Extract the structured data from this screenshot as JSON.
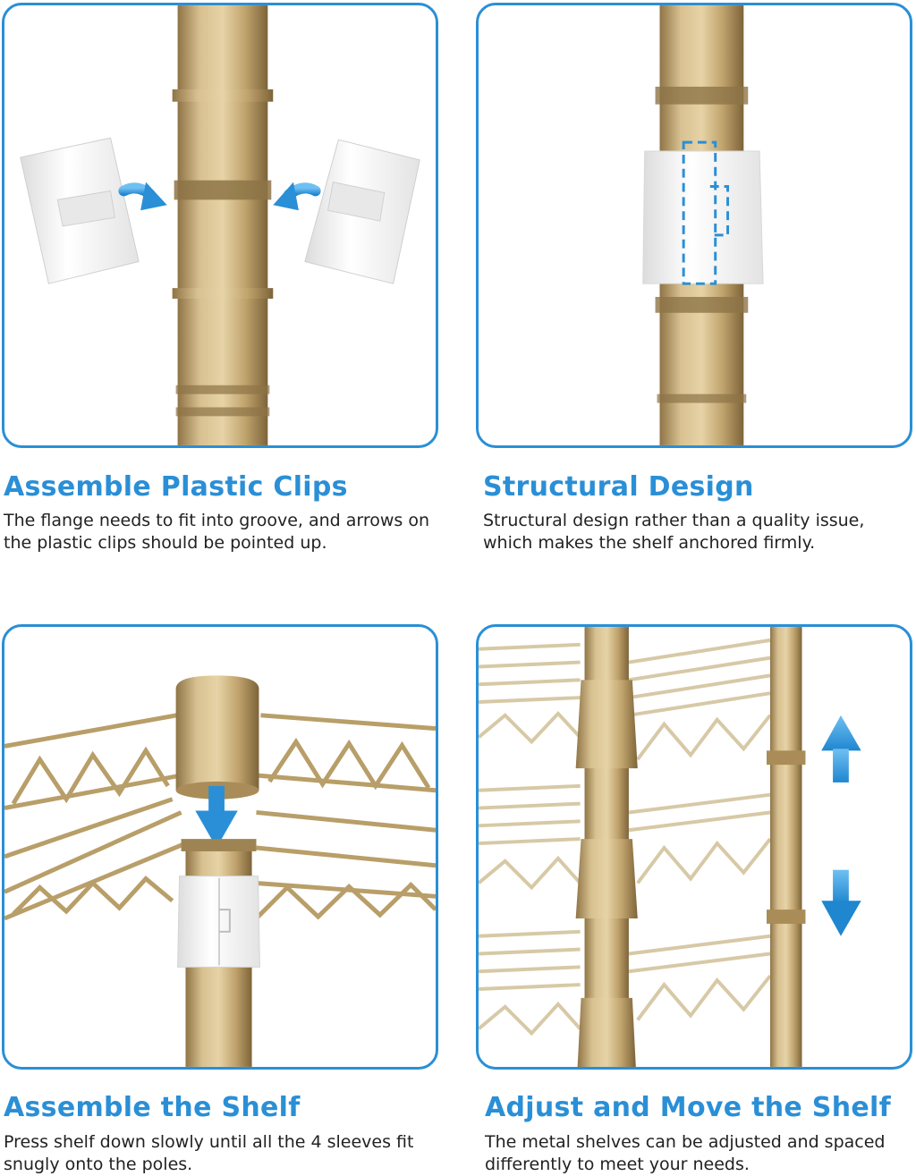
{
  "colors": {
    "accent": "#2a8fd6",
    "gold": "#c5ad78",
    "clip": "#f4f4f4"
  },
  "panels": [
    {
      "title": "Assemble Plastic Clips",
      "description": "The flange needs to fit into groove, and arrows on the plastic clips should be pointed up."
    },
    {
      "title": "Structural Design",
      "description": "Structural design rather than a quality issue, which makes the shelf anchored firmly."
    },
    {
      "title": "Assemble the Shelf",
      "description": "Press shelf down slowly until all the 4 sleeves fit snugly onto the poles."
    },
    {
      "title": "Adjust and Move the Shelf",
      "description": "The metal shelves can be adjusted and spaced differently to meet your needs."
    }
  ]
}
